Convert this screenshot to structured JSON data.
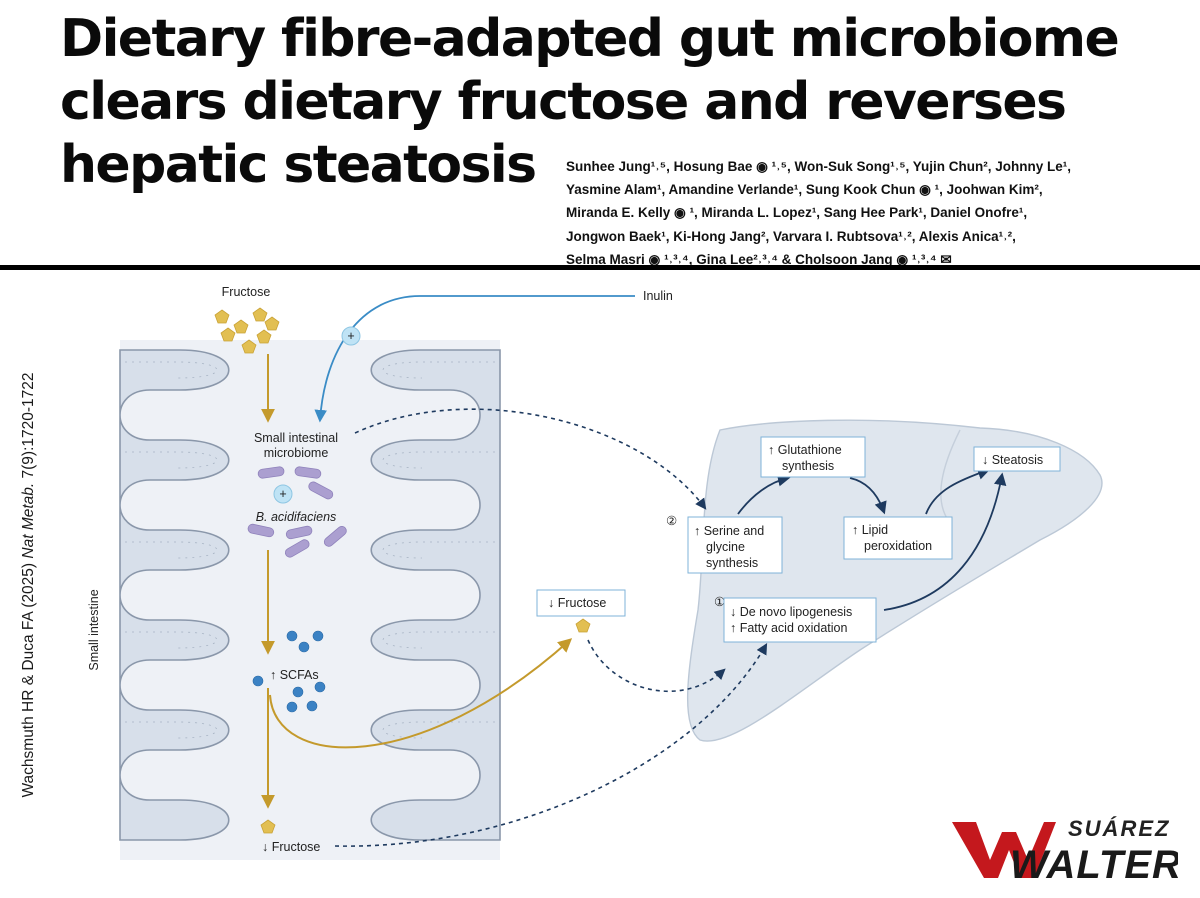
{
  "title": {
    "lines": [
      "Dietary fibre-adapted gut microbiome",
      "clears dietary fructose and reverses",
      "hepatic steatosis"
    ]
  },
  "authors": {
    "lines": [
      "Sunhee Jung¹˒⁵, Hosung Bae ◉ ¹˒⁵, Won-Suk Song¹˒⁵, Yujin Chun², Johnny Le¹,",
      "Yasmine Alam¹, Amandine Verlande¹, Sung Kook Chun ◉ ¹, Joohwan Kim²,",
      "Miranda E. Kelly ◉ ¹, Miranda L. Lopez¹, Sang Hee Park¹, Daniel Onofre¹,",
      "Jongwon Baek¹, Ki-Hong Jang², Varvara I. Rubtsova¹˒², Alexis Anica¹˒²,",
      "Selma Masri ◉ ¹˒³˒⁴, Gina Lee²˒³˒⁴ & Cholsoon Jang ◉ ¹˒³˒⁴ ✉"
    ]
  },
  "citation": {
    "authors_year": "Wachsmuth HR & Duca FA (2025) ",
    "journal": "Nat Metab.",
    "volume": " 7(9):1720-1722"
  },
  "diagram": {
    "fructose_top": "Fructose",
    "inulin": "Inulin",
    "microbiome_line1": "Small intestinal",
    "microbiome_line2": "microbiome",
    "bacteria": "B. acidifaciens",
    "scfas": "↑  SCFAs",
    "fructose_bottom": "↓  Fructose",
    "small_intestine": "Small intestine",
    "fructose_box": "↓  Fructose",
    "serine_circle": "②",
    "serine_line1": "↑  Serine and",
    "serine_line2": "glycine",
    "serine_line3": "synthesis",
    "glut_line1": "↑  Glutathione",
    "glut_line2": "synthesis",
    "lipid_line1": "↑  Lipid",
    "lipid_line2": "peroxidation",
    "steatosis": "↓  Steatosis",
    "denovo_circle": "①",
    "denovo_line1": "↓  De novo lipogenesis",
    "denovo_line2": "↑  Fatty acid oxidation",
    "plus": "+"
  },
  "logo": {
    "top": "SUÁREZ",
    "main": "WALTER"
  },
  "colors": {
    "villi_fill": "#d7dfea",
    "villi_stroke": "#8a97aa",
    "fructose_gold": "#d9b84a",
    "gold_arrow": "#c49a2c",
    "inulin_blue": "#3a8cc6",
    "scfa_blue": "#3b82c4",
    "bacteria_purple": "#a99ccd",
    "liver_fill": "#dfe6ee",
    "dashed_navy": "#1e3a5f",
    "logo_red": "#c4181d"
  },
  "icons": [
    "fructose-pentagon",
    "plus-badge",
    "bacteria-rod",
    "scfa-dot",
    "orcid-icon",
    "mail-icon"
  ]
}
